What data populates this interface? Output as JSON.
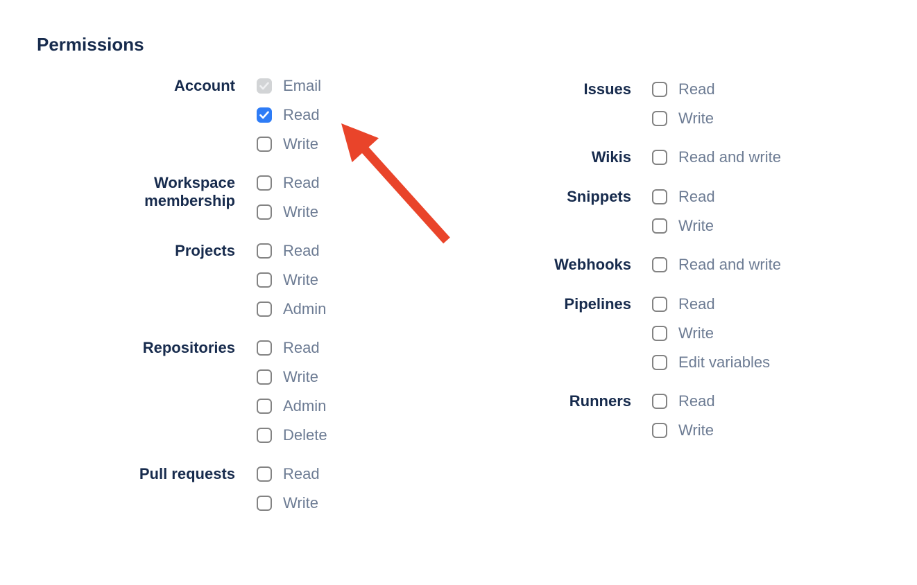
{
  "heading": "Permissions",
  "colors": {
    "heading_text": "#172B4D",
    "group_label_text": "#172B4D",
    "option_label_text": "#6C7B93",
    "checkbox_border": "#838383",
    "checkbox_checked_bg": "#2E7CF6",
    "check_color": "#FFFFFF",
    "checkbox_disabled_bg": "#D2D4D6",
    "checkbox_disabled_check": "#EFF0F2",
    "arrow_color": "#E9442A"
  },
  "annotation": {
    "type": "arrow",
    "points_to": "Account Read checkbox"
  },
  "columns": [
    {
      "side": "left",
      "groups": [
        {
          "label": "Account",
          "options": [
            {
              "label": "Email",
              "checked": true,
              "disabled": true
            },
            {
              "label": "Read",
              "checked": true,
              "disabled": false
            },
            {
              "label": "Write",
              "checked": false,
              "disabled": false
            }
          ]
        },
        {
          "label": "Workspace membership",
          "options": [
            {
              "label": "Read",
              "checked": false,
              "disabled": false
            },
            {
              "label": "Write",
              "checked": false,
              "disabled": false
            }
          ]
        },
        {
          "label": "Projects",
          "options": [
            {
              "label": "Read",
              "checked": false,
              "disabled": false
            },
            {
              "label": "Write",
              "checked": false,
              "disabled": false
            },
            {
              "label": "Admin",
              "checked": false,
              "disabled": false
            }
          ]
        },
        {
          "label": "Repositories",
          "options": [
            {
              "label": "Read",
              "checked": false,
              "disabled": false
            },
            {
              "label": "Write",
              "checked": false,
              "disabled": false
            },
            {
              "label": "Admin",
              "checked": false,
              "disabled": false
            },
            {
              "label": "Delete",
              "checked": false,
              "disabled": false
            }
          ]
        },
        {
          "label": "Pull requests",
          "options": [
            {
              "label": "Read",
              "checked": false,
              "disabled": false
            },
            {
              "label": "Write",
              "checked": false,
              "disabled": false
            }
          ]
        }
      ]
    },
    {
      "side": "right",
      "groups": [
        {
          "label": "Issues",
          "options": [
            {
              "label": "Read",
              "checked": false,
              "disabled": false
            },
            {
              "label": "Write",
              "checked": false,
              "disabled": false
            }
          ]
        },
        {
          "label": "Wikis",
          "options": [
            {
              "label": "Read and write",
              "checked": false,
              "disabled": false
            }
          ]
        },
        {
          "label": "Snippets",
          "options": [
            {
              "label": "Read",
              "checked": false,
              "disabled": false
            },
            {
              "label": "Write",
              "checked": false,
              "disabled": false
            }
          ]
        },
        {
          "label": "Webhooks",
          "options": [
            {
              "label": "Read and write",
              "checked": false,
              "disabled": false
            }
          ]
        },
        {
          "label": "Pipelines",
          "options": [
            {
              "label": "Read",
              "checked": false,
              "disabled": false
            },
            {
              "label": "Write",
              "checked": false,
              "disabled": false
            },
            {
              "label": "Edit variables",
              "checked": false,
              "disabled": false
            }
          ]
        },
        {
          "label": "Runners",
          "options": [
            {
              "label": "Read",
              "checked": false,
              "disabled": false
            },
            {
              "label": "Write",
              "checked": false,
              "disabled": false
            }
          ]
        }
      ]
    }
  ]
}
